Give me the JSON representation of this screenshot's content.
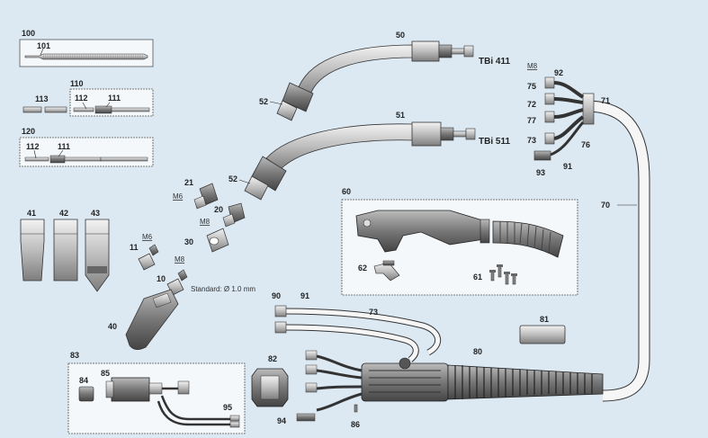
{
  "labels": {
    "l100": "100",
    "l101": "101",
    "l110": "110",
    "l112a": "112",
    "l111a": "111",
    "l113": "113",
    "l120": "120",
    "l112b": "112",
    "l111b": "111",
    "l50": "50",
    "tbi411": "TBi 411",
    "l52a": "52",
    "l51": "51",
    "tbi511": "TBi 511",
    "l52b": "52",
    "l21": "21",
    "l20": "20",
    "l30": "30",
    "l11": "11",
    "l10": "10",
    "l40": "40",
    "l41": "41",
    "l42": "42",
    "l43": "43",
    "m6a": "M6",
    "m8a": "M8",
    "m6b": "M6",
    "m8b": "M8",
    "m8c": "M8",
    "standard": "Standard: Ø 1.0 mm",
    "l60": "60",
    "l62": "62",
    "l61": "61",
    "l92": "92",
    "l75": "75",
    "l72": "72",
    "l77": "77",
    "l73a": "73",
    "l76": "76",
    "l91a": "91",
    "l93": "93",
    "l71": "71",
    "l70": "70",
    "l90": "90",
    "l91b": "91",
    "l73b": "73",
    "l81": "81",
    "l80": "80",
    "l82": "82",
    "l83": "83",
    "l84": "84",
    "l85": "85",
    "l95": "95",
    "l94": "94",
    "l86": "86"
  },
  "colors": {
    "background": "#dce9f3",
    "line": "#222222",
    "part_fill": "#9a9a9a",
    "part_light": "#e6e6e6",
    "frame": "#555555"
  }
}
